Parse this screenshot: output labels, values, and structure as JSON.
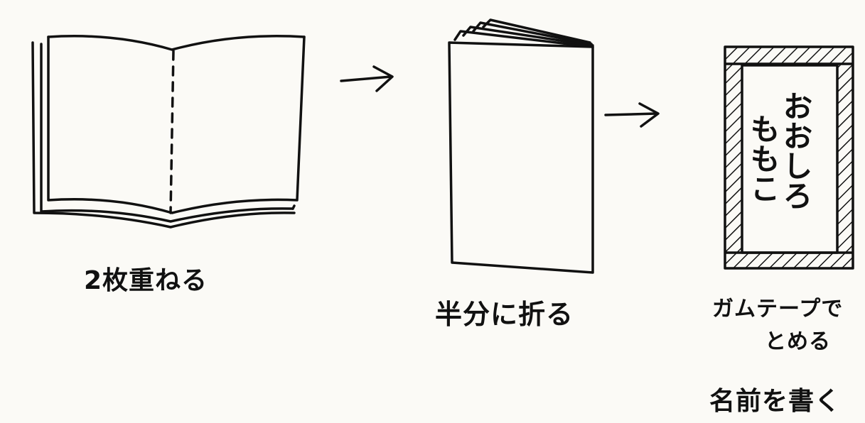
{
  "steps": [
    {
      "label": "2枚重ねる"
    },
    {
      "label": "半分に折る"
    },
    {
      "label_line1": "ガムテープで",
      "label_line2": "とめる"
    },
    {
      "label": "名前を書く"
    }
  ],
  "cover_name": {
    "column1": "おおしろ",
    "column2": "ももこ"
  },
  "colors": {
    "ink": "#111111",
    "paper": "#fbfaf6"
  }
}
